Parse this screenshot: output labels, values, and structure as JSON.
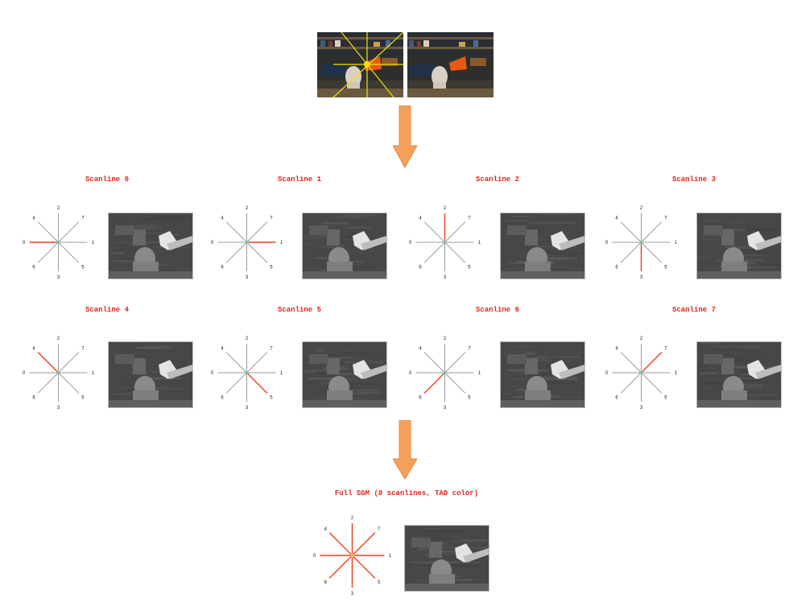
{
  "header": {
    "stereo_pair": [
      "left-view",
      "right-view"
    ]
  },
  "scanlines": [
    {
      "title": "Scanline 0",
      "highlight": 0
    },
    {
      "title": "Scanline 1",
      "highlight": 1
    },
    {
      "title": "Scanline 2",
      "highlight": 2
    },
    {
      "title": "Scanline 3",
      "highlight": 3
    },
    {
      "title": "Scanline 4",
      "highlight": 4
    },
    {
      "title": "Scanline 5",
      "highlight": 5
    },
    {
      "title": "Scanline 6",
      "highlight": 6
    },
    {
      "title": "Scanline 7",
      "highlight": 7
    }
  ],
  "final": {
    "title": "Full SGM (8 scanlines, TAD color)",
    "highlight": "all"
  },
  "direction_labels": [
    "0",
    "1",
    "2",
    "3",
    "4",
    "5",
    "6",
    "7"
  ],
  "colors": {
    "title": "#e3241b",
    "active_line": "#e8401f",
    "inactive_line": "#9a9a9a",
    "arrow": "#f4a05a",
    "arrow_stroke": "#e08a45"
  }
}
